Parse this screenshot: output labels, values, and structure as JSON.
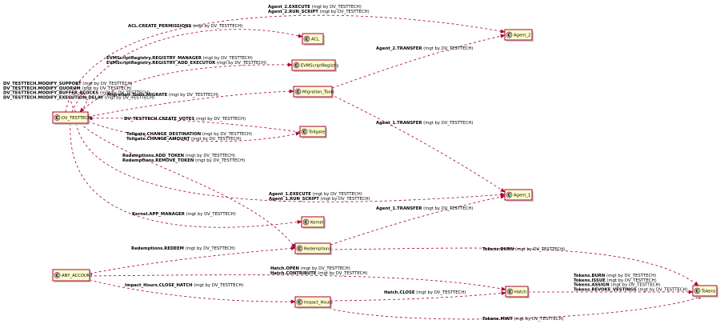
{
  "diagram": {
    "colors": {
      "edge": "#a80036",
      "node_fill": "#fefece",
      "class_circle": "#add1b2"
    },
    "nodes": [
      {
        "id": "DV_TESTTECH",
        "name": "DV_TESTTECH",
        "icon": "class-c-icon"
      },
      {
        "id": "ANY_ACCOUNT",
        "name": "ANY_ACCOUNT",
        "icon": "class-c-icon"
      },
      {
        "id": "ACL",
        "name": "ACL",
        "icon": "class-c-icon"
      },
      {
        "id": "EVMScriptRegistry",
        "name": "EVMScriptRegistry",
        "icon": "class-c-icon"
      },
      {
        "id": "Migration_Tools",
        "name": "Migration_Tools",
        "icon": "class-c-icon"
      },
      {
        "id": "Tollgate",
        "name": "Tollgate",
        "icon": "class-c-icon"
      },
      {
        "id": "Kernel",
        "name": "Kernel",
        "icon": "class-c-icon"
      },
      {
        "id": "Redemptions",
        "name": "Redemptions",
        "icon": "class-c-icon"
      },
      {
        "id": "Impact_Hours",
        "name": "Impact_Hours",
        "icon": "class-c-icon"
      },
      {
        "id": "Agent_2",
        "name": "Agent_2",
        "icon": "class-c-icon"
      },
      {
        "id": "Agent_1",
        "name": "Agent_1",
        "icon": "class-c-icon"
      },
      {
        "id": "Hatch",
        "name": "Hatch",
        "icon": "class-c-icon"
      },
      {
        "id": "Tokens",
        "name": "Tokens",
        "icon": "class-c-icon"
      }
    ],
    "edges": [
      {
        "from": "DV_TESTTECH",
        "to": "Agent_2",
        "lines": [
          {
            "perm": "Agent_2.EXECUTE",
            "suffix": " (mgt by DV_TESTTECH)"
          },
          {
            "perm": "Agent_2.RUN_SCRIPT",
            "suffix": " (mgt by DV_TESTTECH)"
          }
        ]
      },
      {
        "from": "DV_TESTTECH",
        "to": "ACL",
        "lines": [
          {
            "perm": "ACL.CREATE_PERMISSIONS",
            "suffix": " (mgt by DV_TESTTECH)"
          }
        ]
      },
      {
        "from": "DV_TESTTECH",
        "to": "EVMScriptRegistry",
        "lines": [
          {
            "perm": "EVMScriptRegistry.REGISTRY_MANAGER",
            "suffix": " (mgt by DV_TESTTECH)"
          },
          {
            "perm": "EVMScriptRegistry.REGISTRY_ADD_EXECUTOR",
            "suffix": " (mgt by DV_TESTTECH)"
          }
        ]
      },
      {
        "from": "DV_TESTTECH",
        "to": "DV_TESTTECH",
        "lines": [
          {
            "perm": "DV_TESTTECH.MODIFY_SUPPORT",
            "suffix": " (mgt by DV_TESTTECH)"
          },
          {
            "perm": "DV_TESTTECH.MODIFY_QUORUM",
            "suffix": " (mgt by DV_TESTTECH)"
          },
          {
            "perm": "DV_TESTTECH.MODIFY_BUFFER_BLOCKS",
            "suffix": " (mgt by DV_TESTTECH)"
          },
          {
            "perm": "DV_TESTTECH.MODIFY_EXECUTION_DELAY",
            "suffix": " (mgt by DV_TESTTECH)"
          }
        ]
      },
      {
        "from": "DV_TESTTECH",
        "to": "Migration_Tools",
        "lines": [
          {
            "perm": "Migration_Tools.MIGRATE",
            "suffix": " (mgt by DV_TESTTECH)"
          }
        ]
      },
      {
        "from": "Tollgate",
        "to": "DV_TESTTECH",
        "lines": [
          {
            "perm": "DV_TESTTECH.CREATE_VOTES",
            "suffix": " (mgt by DV_TESTTECH)"
          }
        ]
      },
      {
        "from": "DV_TESTTECH",
        "to": "Tollgate",
        "lines": [
          {
            "perm": "Tollgate.CHANGE_DESTINATION",
            "suffix": " (mgt by DV_TESTTECH)"
          },
          {
            "perm": "Tollgate.CHANGE_AMOUNT",
            "suffix": " (mgt by DV_TESTTECH)"
          }
        ]
      },
      {
        "from": "DV_TESTTECH",
        "to": "Redemptions",
        "lines": [
          {
            "perm": "Redemptions.ADD_TOKEN",
            "suffix": " (mgt by DV_TESTTECH)"
          },
          {
            "perm": "Redemptions.REMOVE_TOKEN",
            "suffix": " (mgt by DV_TESTTECH)"
          }
        ]
      },
      {
        "from": "DV_TESTTECH",
        "to": "Agent_1",
        "lines": [
          {
            "perm": "Agent_1.EXECUTE",
            "suffix": " (mgt by DV_TESTTECH)"
          },
          {
            "perm": "Agent_1.RUN_SCRIPT",
            "suffix": " (mgt by DV_TESTTECH)"
          }
        ]
      },
      {
        "from": "DV_TESTTECH",
        "to": "Kernel",
        "lines": [
          {
            "perm": "Kernel.APP_MANAGER",
            "suffix": " (mgt by DV_TESTTECH)"
          }
        ]
      },
      {
        "from": "Migration_Tools",
        "to": "Agent_2",
        "lines": [
          {
            "perm": "Agent_2.TRANSFER",
            "suffix": " (mgt by DV_TESTTECH)"
          }
        ]
      },
      {
        "from": "Migration_Tools",
        "to": "Agent_1",
        "lines": [
          {
            "perm": "Agent_1.TRANSFER",
            "suffix": " (mgt by DV_TESTTECH)"
          }
        ]
      },
      {
        "from": "Redemptions",
        "to": "Agent_1",
        "lines": [
          {
            "perm": "Agent_1.TRANSFER",
            "suffix": " (mgt by DV_TESTTECH)"
          }
        ]
      },
      {
        "from": "ANY_ACCOUNT",
        "to": "Redemptions",
        "lines": [
          {
            "perm": "Redemptions.REDEEM",
            "suffix": " (mgt by DV_TESTTECH)"
          }
        ]
      },
      {
        "from": "Redemptions",
        "to": "Tokens",
        "lines": [
          {
            "perm": "Tokens.BURN",
            "suffix": " (mgt by DV_TESTTECH)"
          }
        ]
      },
      {
        "from": "ANY_ACCOUNT",
        "to": "Hatch",
        "lines": [
          {
            "perm": "Hatch.OPEN",
            "suffix": " (mgt by DV_TESTTECH)"
          },
          {
            "perm": "Hatch.CONTRIBUTE",
            "suffix": " (mgt by DV_TESTTECH)"
          }
        ]
      },
      {
        "from": "ANY_ACCOUNT",
        "to": "Impact_Hours",
        "lines": [
          {
            "perm": "Impact_Hours.CLOSE_HATCH",
            "suffix": " (mgt by DV_TESTTECH)"
          }
        ]
      },
      {
        "from": "Impact_Hours",
        "to": "Hatch",
        "lines": [
          {
            "perm": "Hatch.CLOSE",
            "suffix": " (mgt by DV_TESTTECH)"
          }
        ]
      },
      {
        "from": "Hatch",
        "to": "Tokens",
        "lines": [
          {
            "perm": "Tokens.BURN",
            "suffix": " (mgt by DV_TESTTECH)"
          },
          {
            "perm": "Tokens.ISSUE",
            "suffix": " (mgt by DV_TESTTECH)"
          },
          {
            "perm": "Tokens.ASSIGN",
            "suffix": " (mgt by DV_TESTTECH)"
          },
          {
            "perm": "Tokens.REVOKE_VESTINGS",
            "suffix": " (mgt by DV_TESTTECH)"
          }
        ]
      },
      {
        "from": "Impact_Hours",
        "to": "Tokens",
        "lines": [
          {
            "perm": "Tokens.MINT",
            "suffix": " (mgt by DV_TESTTECH)"
          }
        ]
      }
    ]
  }
}
